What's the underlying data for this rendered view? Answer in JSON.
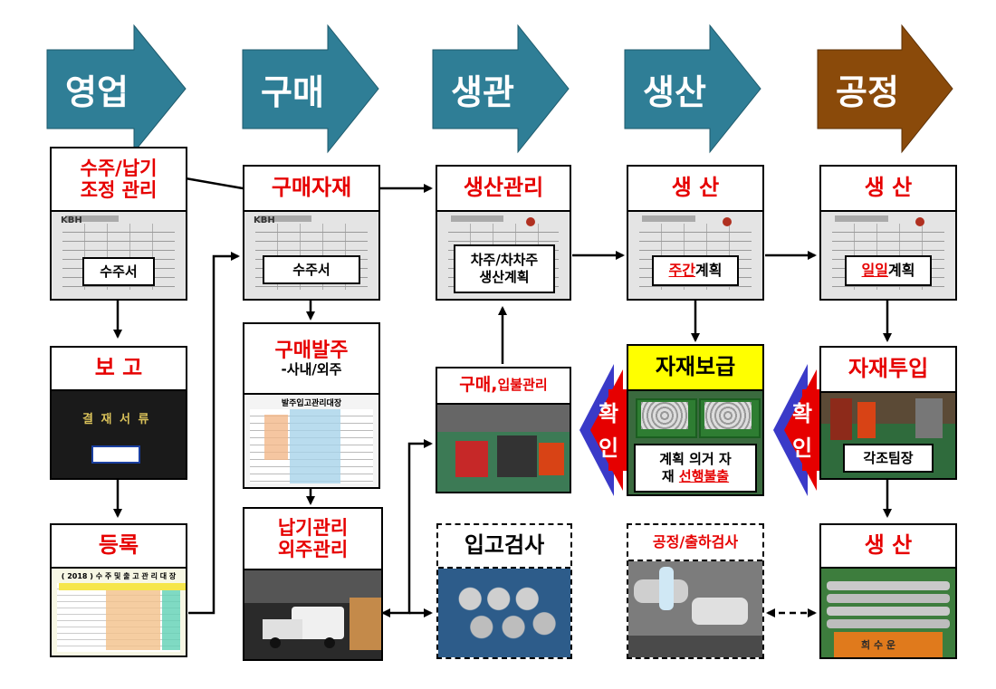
{
  "stages": [
    {
      "label": "영업",
      "color": "#2f7e96"
    },
    {
      "label": "구매",
      "color": "#2f7e96"
    },
    {
      "label": "생관",
      "color": "#2f7e96"
    },
    {
      "label": "생산",
      "color": "#2f7e96"
    },
    {
      "label": "공정",
      "color": "#8a4a0a"
    }
  ],
  "col1": {
    "order_adjust": {
      "line1": "수주/납기",
      "line2": "조정 관리"
    },
    "order_form": "수주서",
    "report": "보 고",
    "binder_text": "결 재 서 류",
    "register": "등록",
    "ledger_title": "( 2018 ) 수 주  및  출 고  관 리  대 장"
  },
  "col2": {
    "purchase_material": "구매자재",
    "order_form": "수주서",
    "purchase_order": "구매발주",
    "purchase_order_sub": "-사내/외주",
    "ledger_title": "발주입고관리대장",
    "delivery_line1": "납기관리",
    "delivery_line2": "외주관리"
  },
  "col3": {
    "production_mgmt": "생산관리",
    "plan_line1": "차주/차차주",
    "plan_line2": "생산계획",
    "purchase_receipt_a": "구매,",
    "purchase_receipt_b": "입불관리",
    "inspection": "입고검사"
  },
  "col4": {
    "production": "생 산",
    "weekly_red": "주간",
    "weekly_black": "계획",
    "supply": "자재보급",
    "confirm_1": "확",
    "confirm_2": "인",
    "release_line1": "계획 의거 자",
    "release_line2_a": "재 ",
    "release_line2_b": "선행불출",
    "process_inspection": "공정/출하검사"
  },
  "col5": {
    "production": "생 산",
    "daily_red": "일일",
    "daily_black": "계획",
    "input": "자재투입",
    "confirm_1": "확",
    "confirm_2": "인",
    "staging": "각조팀장",
    "production2": "생   산",
    "cart_text": "희 수 운"
  },
  "colors": {
    "title_red": "#e60000",
    "supply_yellow": "#ffff00",
    "confirm_arrow_red": "#e60000",
    "confirm_arrow_blue": "#3a3ac8"
  }
}
